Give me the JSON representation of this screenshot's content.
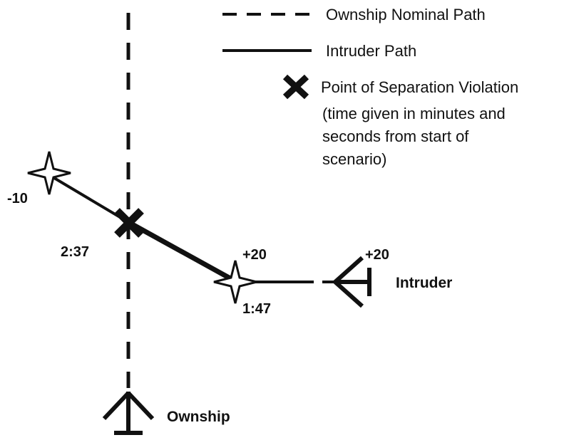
{
  "legend": {
    "ownship_path": "Ownship Nominal Path",
    "intruder_path": "Intruder Path",
    "violation_title": "Point of Separation Violation",
    "violation_note": [
      "(time given in minutes and",
      "seconds from start of",
      "scenario)"
    ]
  },
  "labels": {
    "waypoint_left_alt": "-10",
    "violation_time": "2:37",
    "waypoint_mid_alt": "+20",
    "waypoint_mid_time": "1:47",
    "intruder_alt": "+20",
    "intruder_name": "Intruder",
    "ownship_name": "Ownship"
  },
  "colors": {
    "ink": "#111111",
    "background": "#ffffff"
  },
  "icons": {
    "ownship": "aircraft-symbol-icon",
    "intruder": "aircraft-symbol-icon",
    "waypoint": "four-point-star-icon",
    "violation": "x-mark-icon"
  }
}
